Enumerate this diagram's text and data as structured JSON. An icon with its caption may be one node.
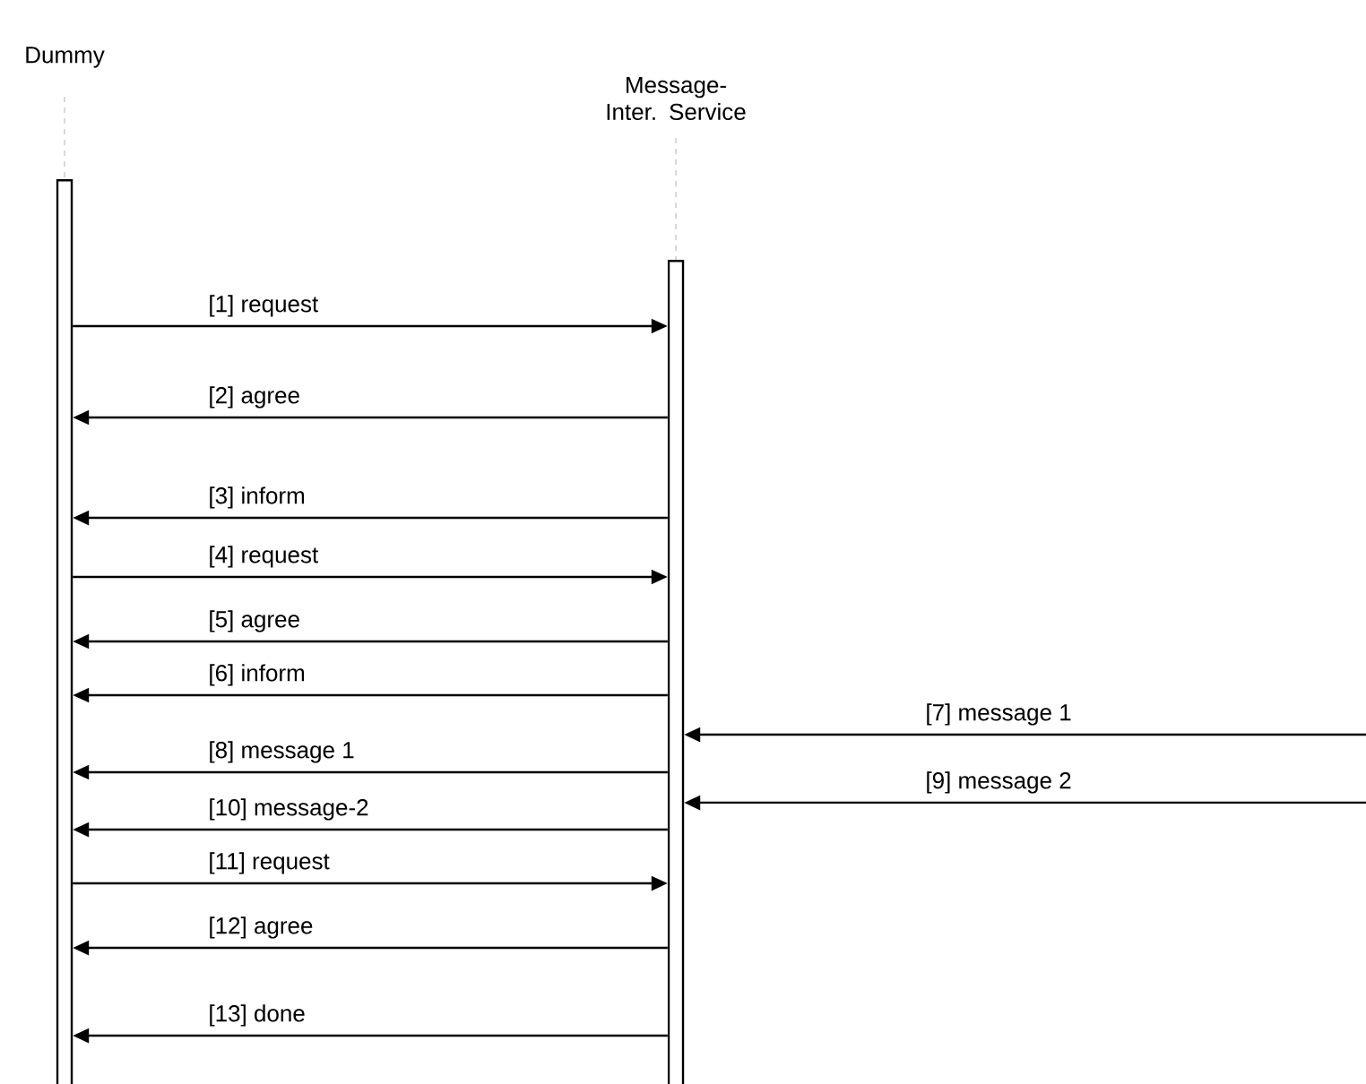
{
  "diagram": {
    "nodes": [
      {
        "text": [
          "Dummy"
        ]
      },
      {
        "text": [
          "Message-Inter. Service"
        ]
      }
    ],
    "edges": [
      {
        "from": 0,
        "to": 1,
        "arrow": "to",
        "label": "[1] request"
      },
      {
        "from": 1,
        "to": 0,
        "arrow": "to",
        "label": "[2] agree"
      },
      {
        "from": 1,
        "to": 0,
        "arrow": "to",
        "label": "[3] inform"
      },
      {
        "from": 0,
        "to": 1,
        "arrow": "to",
        "label": "[4] request"
      },
      {
        "from": 1,
        "to": 0,
        "arrow": "to",
        "label": "[5] agree"
      },
      {
        "from": 1,
        "to": 0,
        "arrow": "to",
        "label": "[6] inform"
      },
      {
        "from": null,
        "to": 1,
        "arrow": "to",
        "label": "[7] message 1"
      },
      {
        "from": 1,
        "to": 0,
        "arrow": "to",
        "label": "[8] message 1"
      },
      {
        "from": null,
        "to": 1,
        "arrow": "to",
        "label": "[9] message 2"
      },
      {
        "from": 1,
        "to": 0,
        "arrow": "to",
        "label": "[10] message-2"
      },
      {
        "from": 0,
        "to": 1,
        "arrow": "to",
        "label": "[11] request"
      },
      {
        "from": 1,
        "to": 0,
        "arrow": "to",
        "label": "[12] agree"
      },
      {
        "from": 1,
        "to": 0,
        "arrow": "to",
        "label": "[13] done"
      }
    ]
  }
}
